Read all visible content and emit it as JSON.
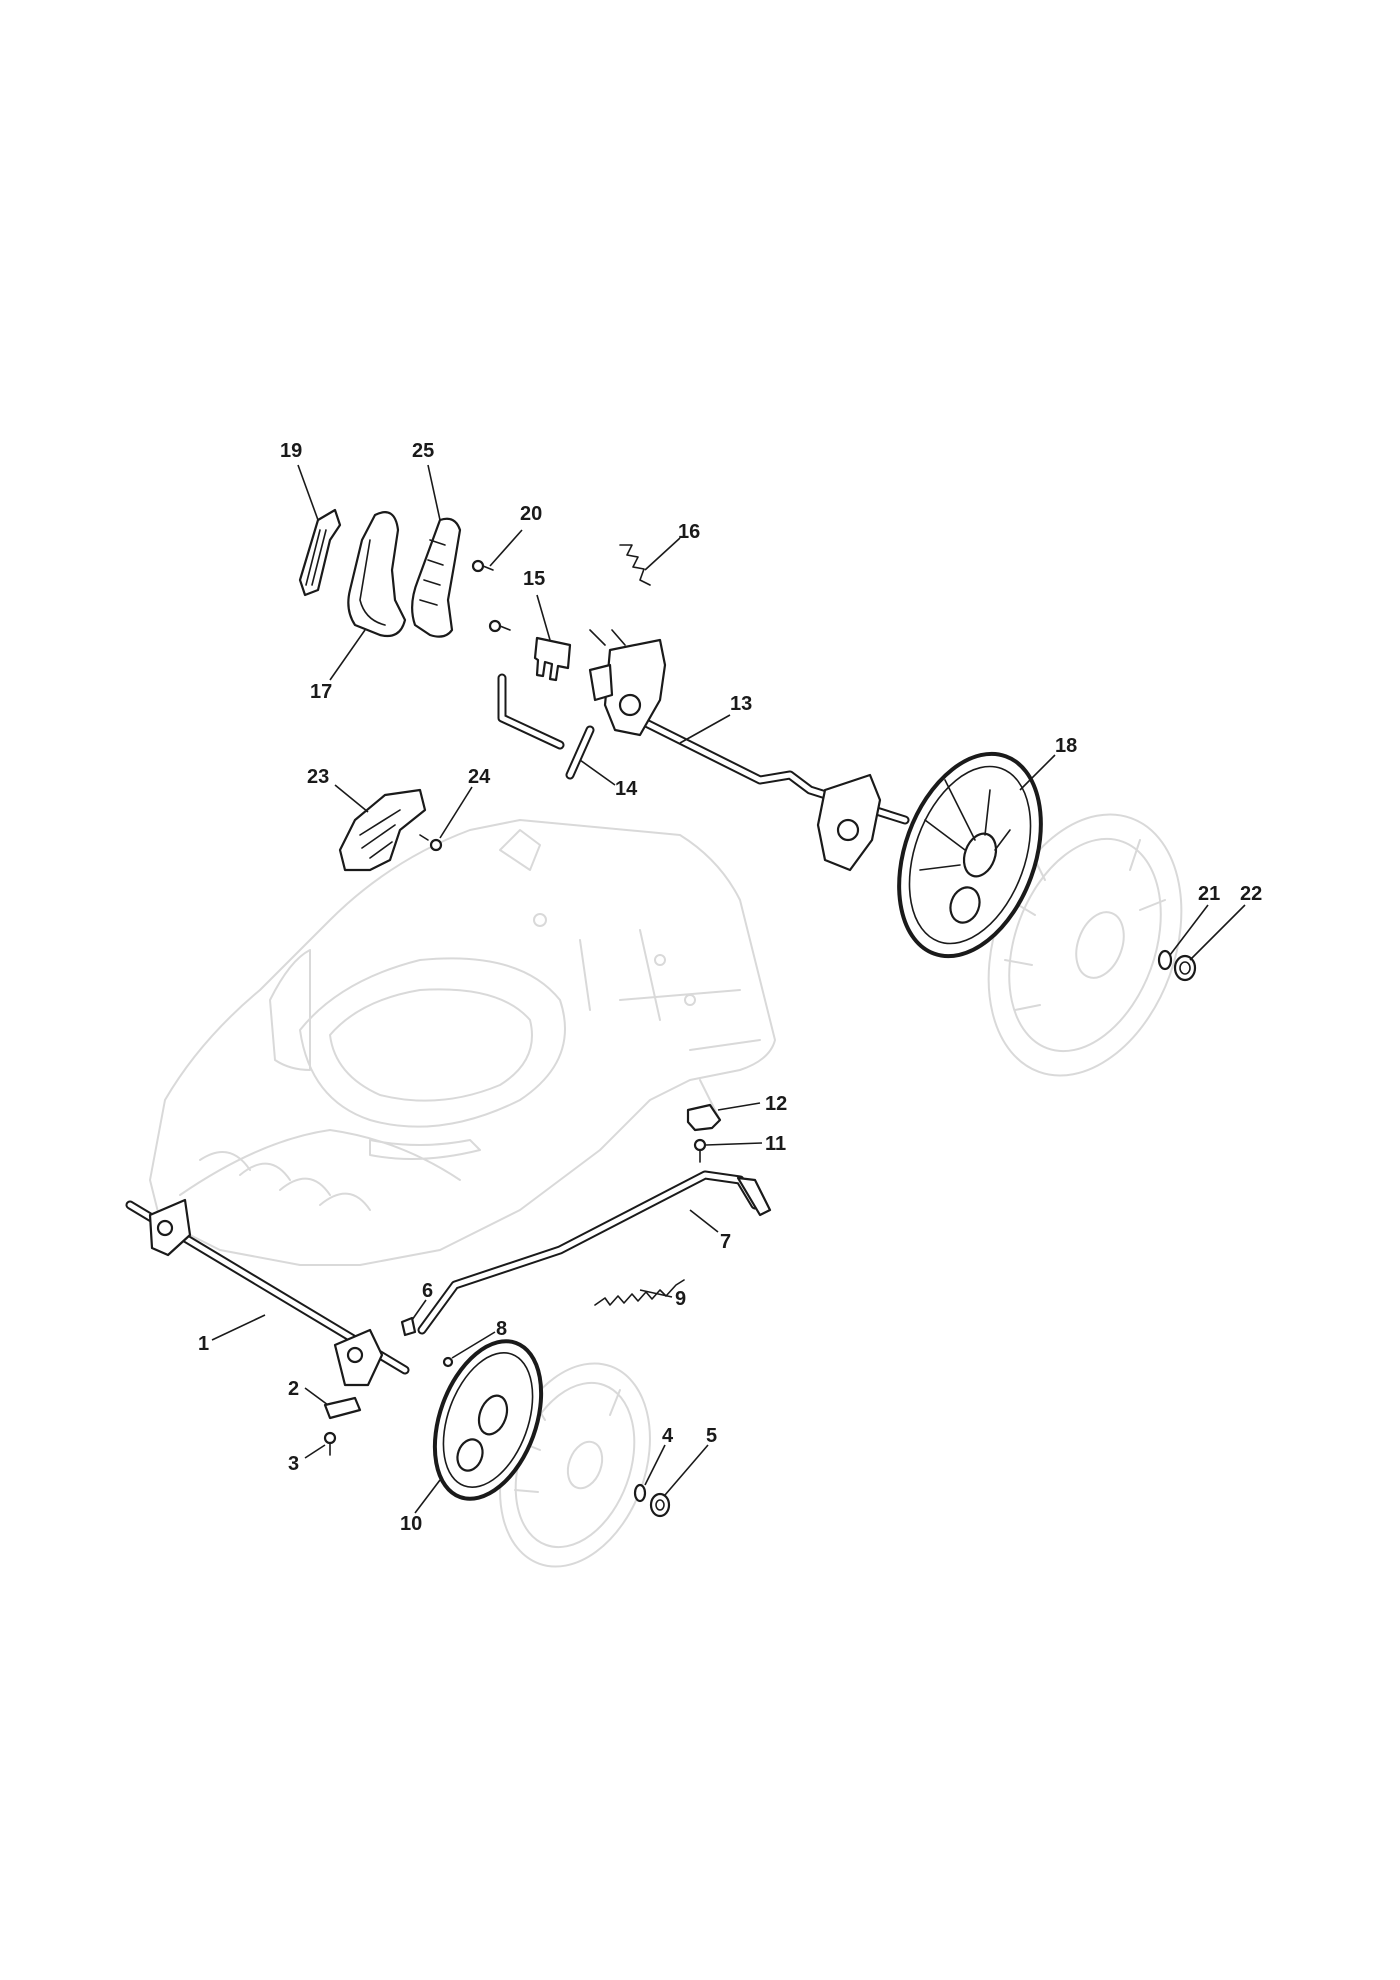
{
  "callouts": [
    {
      "id": "1",
      "label": "1"
    },
    {
      "id": "2",
      "label": "2"
    },
    {
      "id": "3",
      "label": "3"
    },
    {
      "id": "4",
      "label": "4"
    },
    {
      "id": "5",
      "label": "5"
    },
    {
      "id": "6",
      "label": "6"
    },
    {
      "id": "7",
      "label": "7"
    },
    {
      "id": "8",
      "label": "8"
    },
    {
      "id": "9",
      "label": "9"
    },
    {
      "id": "10",
      "label": "10"
    },
    {
      "id": "11",
      "label": "11"
    },
    {
      "id": "12",
      "label": "12"
    },
    {
      "id": "13",
      "label": "13"
    },
    {
      "id": "14",
      "label": "14"
    },
    {
      "id": "15",
      "label": "15"
    },
    {
      "id": "16",
      "label": "16"
    },
    {
      "id": "17",
      "label": "17"
    },
    {
      "id": "18",
      "label": "18"
    },
    {
      "id": "19",
      "label": "19"
    },
    {
      "id": "20",
      "label": "20"
    },
    {
      "id": "21",
      "label": "21"
    },
    {
      "id": "22",
      "label": "22"
    },
    {
      "id": "23",
      "label": "23"
    },
    {
      "id": "24",
      "label": "24"
    },
    {
      "id": "25",
      "label": "25"
    }
  ],
  "colors": {
    "line": "#1a1a1a",
    "ghost": "#d9d9d9",
    "background": "#ffffff"
  }
}
